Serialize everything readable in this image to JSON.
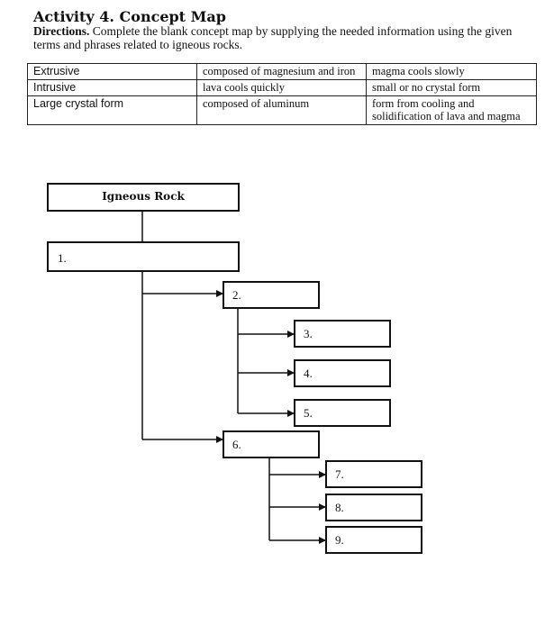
{
  "header": {
    "title": "Activity 4. Concept Map",
    "directions_label": "Directions.",
    "directions_text": " Complete the blank concept map by supplying the needed information using the given terms and phrases related to igneous rocks."
  },
  "terms_table": {
    "rows": [
      [
        "Extrusive",
        "composed of magnesium and iron",
        "magma cools slowly"
      ],
      [
        "Intrusive",
        "lava cools quickly",
        "small or no crystal form"
      ],
      [
        "Large crystal form",
        "composed of aluminum",
        "form from cooling and solidification of lava and magma"
      ]
    ]
  },
  "concept_map": {
    "root": "Igneous Rock",
    "boxes": [
      "1.",
      "2.",
      "3.",
      "4.",
      "5.",
      "6.",
      "7.",
      "8.",
      "9."
    ]
  }
}
